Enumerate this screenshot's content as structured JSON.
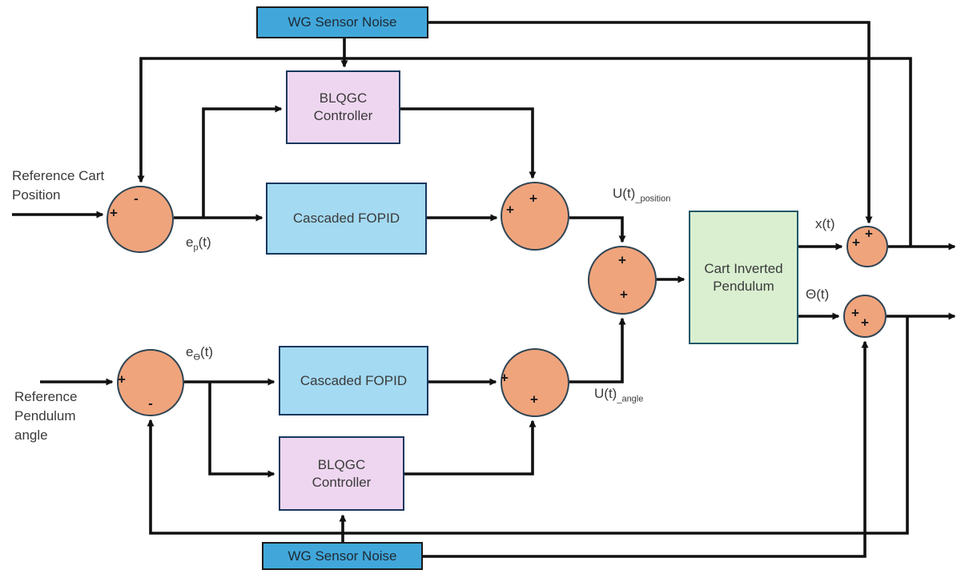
{
  "diagram": {
    "colors": {
      "noise_box": "#41a7db",
      "blqgc_box": "#eed6f0",
      "fopid_box": "#a4daf2",
      "plant_box": "#d9efd0",
      "sum_fill": "#f0a47c",
      "line": "#111111"
    },
    "blocks": {
      "wg_top": {
        "label": "WG Sensor Noise"
      },
      "wg_bottom": {
        "label": "WG Sensor Noise"
      },
      "blqgc_top": {
        "line1": "BLQGC",
        "line2": "Controller"
      },
      "blqgc_bottom": {
        "line1": "BLQGC",
        "line2": "Controller"
      },
      "fopid_top": {
        "label": "Cascaded FOPID"
      },
      "fopid_bottom": {
        "label": "Cascaded FOPID"
      },
      "plant": {
        "line1": "Cart Inverted",
        "line2": "Pendulum"
      }
    },
    "sums": {
      "s1": {
        "left": "+",
        "top": "-"
      },
      "s2": {
        "left": "+",
        "top": "+"
      },
      "s3": {
        "top": "+",
        "bottom": "+"
      },
      "s4": {
        "left": "+",
        "bottom": "+"
      },
      "s5": {
        "left": "+",
        "top": "+"
      },
      "s6": {
        "left": "+",
        "bottom": "+"
      },
      "s7": {
        "left": "+",
        "bottom": "-"
      }
    },
    "signals": {
      "ref_cart_line1": "Reference Cart",
      "ref_cart_line2": "Position",
      "ref_pend_line1": "Reference",
      "ref_pend_line2": "Pendulum",
      "ref_pend_line3": "angle",
      "e_p_base": "e",
      "e_p_sub": "p",
      "e_p_rest": "(t)",
      "e_theta_base": "e",
      "e_theta_sub": "ϴ",
      "e_theta_rest": "(t)",
      "u_pos_base": "U(t)",
      "u_pos_sub": "_position",
      "u_ang_base": "U(t)",
      "u_ang_sub": "_angle",
      "x_out": "x(t)",
      "theta_out": "Θ(t)"
    }
  }
}
